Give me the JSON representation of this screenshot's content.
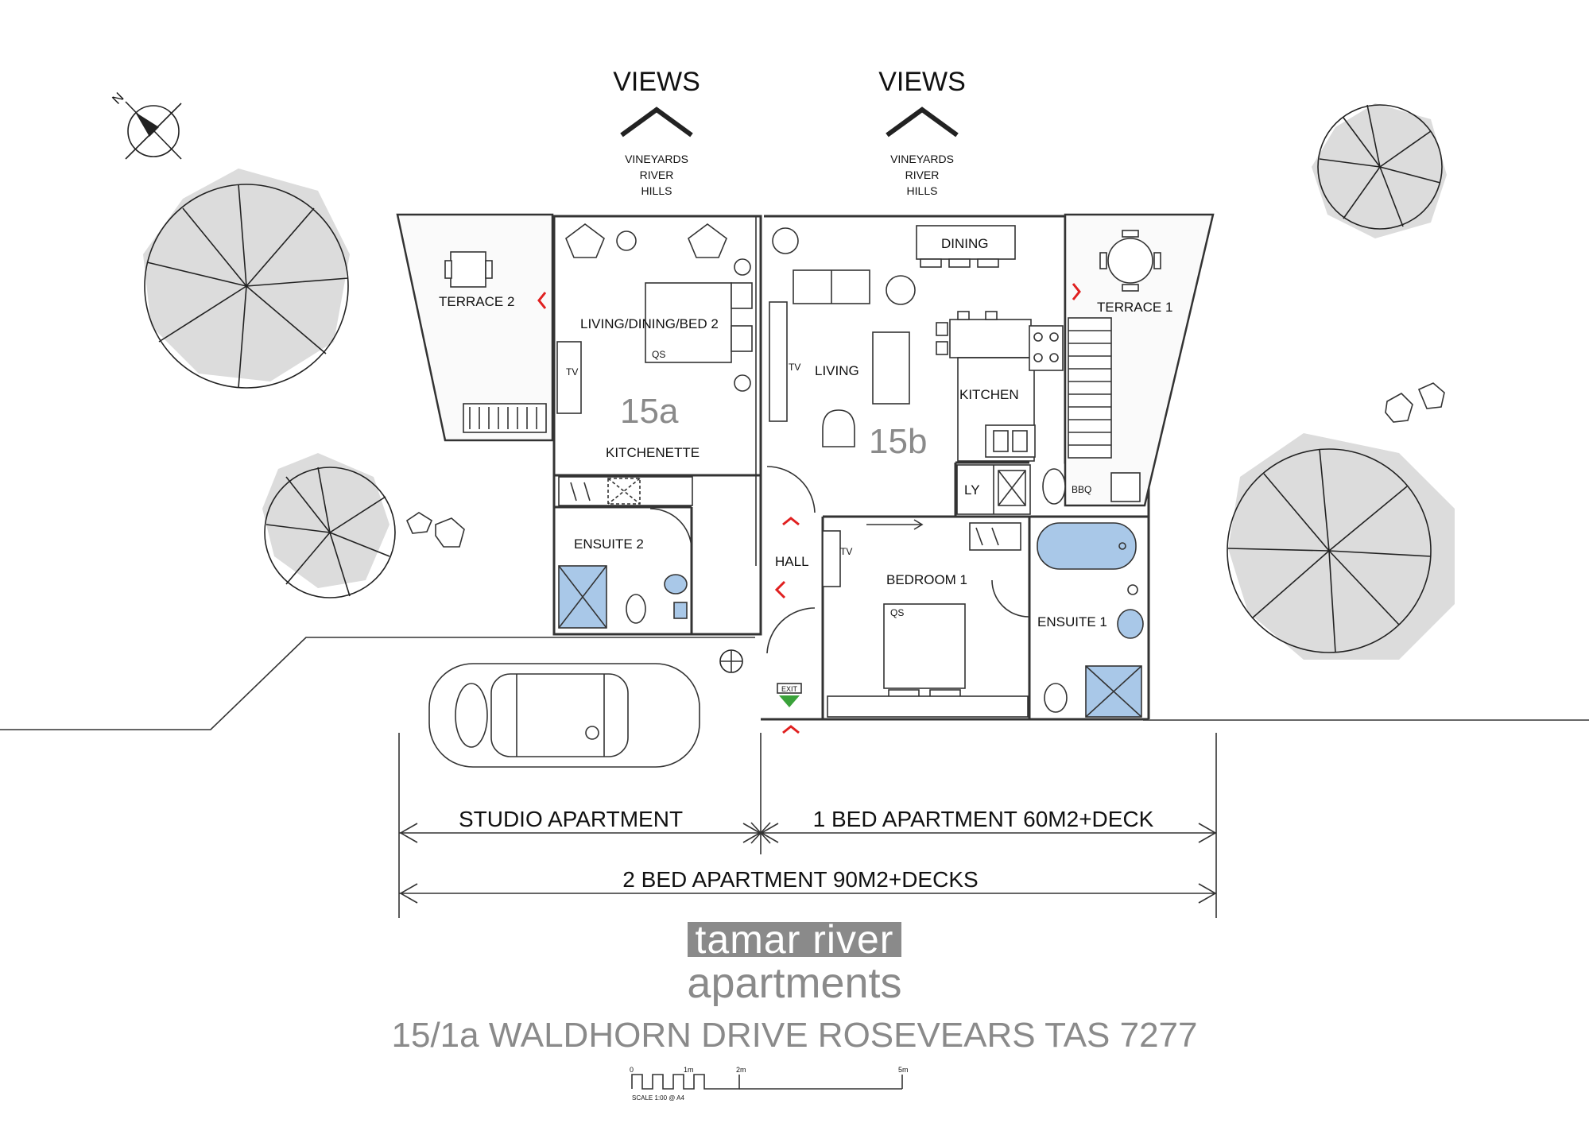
{
  "views": [
    {
      "heading": "VIEWS",
      "line1": "VINEYARDS",
      "line2": "RIVER",
      "line3": "HILLS"
    },
    {
      "heading": "VIEWS",
      "line1": "VINEYARDS",
      "line2": "RIVER",
      "line3": "HILLS"
    }
  ],
  "compass": {
    "letter": "N"
  },
  "rooms": {
    "terrace2": "TERRACE 2",
    "terrace1": "TERRACE 1",
    "living_dining_bed2": "LIVING/DINING/BED 2",
    "unit_a": "15a",
    "unit_b": "15b",
    "kitchenette": "KITCHENETTE",
    "ensuite2": "ENSUITE 2",
    "dining": "DINING",
    "living": "LIVING",
    "kitchen": "KITCHEN",
    "laundry": "LY",
    "bbq": "BBQ",
    "hall": "HALL",
    "bedroom1": "BEDROOM 1",
    "ensuite1": "ENSUITE 1",
    "qs": "QS",
    "tv": "TV",
    "exit": "EXIT"
  },
  "dimensions": {
    "studio": "STUDIO APARTMENT",
    "one_bed": "1 BED APARTMENT 60M2+DECK",
    "two_bed": "2 BED APARTMENT 90M2+DECKS"
  },
  "brand": {
    "line1": "tamar river",
    "line2": "apartments"
  },
  "address": "15/1a WALDHORN DRIVE ROSEVEARS TAS 7277",
  "scale_bar": {
    "t0": "0",
    "t1": "1m",
    "t2": "2m",
    "t5": "5m",
    "caption": "SCALE 1:00 @ A4"
  },
  "colors": {
    "wall": "#333333",
    "water": "#a9c8e8",
    "arrow": "#e02020",
    "brand": "#8a8a8a",
    "tree": "#dcdcdc"
  }
}
